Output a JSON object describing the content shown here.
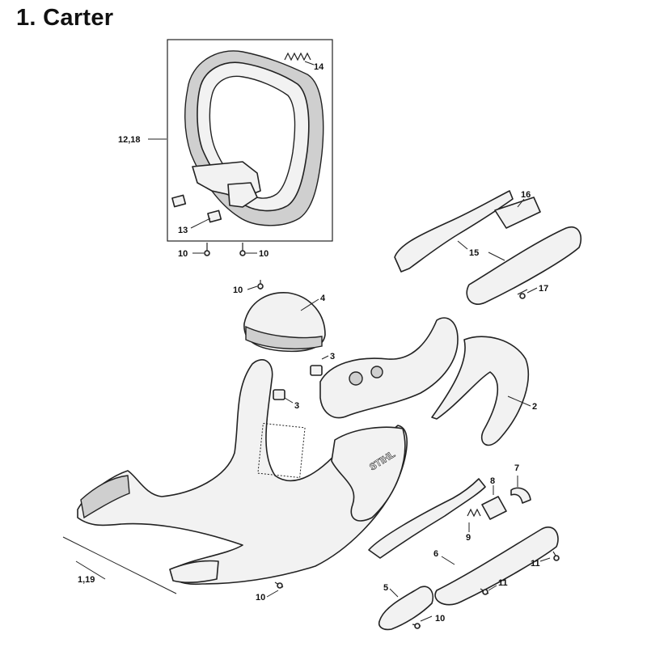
{
  "title": "1.  Carter",
  "brand_logo": "STIHL",
  "callouts": {
    "c12_18": "12,18",
    "c14": "14",
    "c13": "13",
    "c10a": "10",
    "c10b": "10",
    "c16": "16",
    "c15": "15",
    "c17": "17",
    "c10c": "10",
    "c4": "4",
    "c3a": "3",
    "c3b": "3",
    "c2": "2",
    "c7": "7",
    "c8": "8",
    "c9": "9",
    "c6": "6",
    "c11a": "11",
    "c11b": "11",
    "c1_19": "1,19",
    "c10d": "10",
    "c5": "5",
    "c10e": "10"
  }
}
